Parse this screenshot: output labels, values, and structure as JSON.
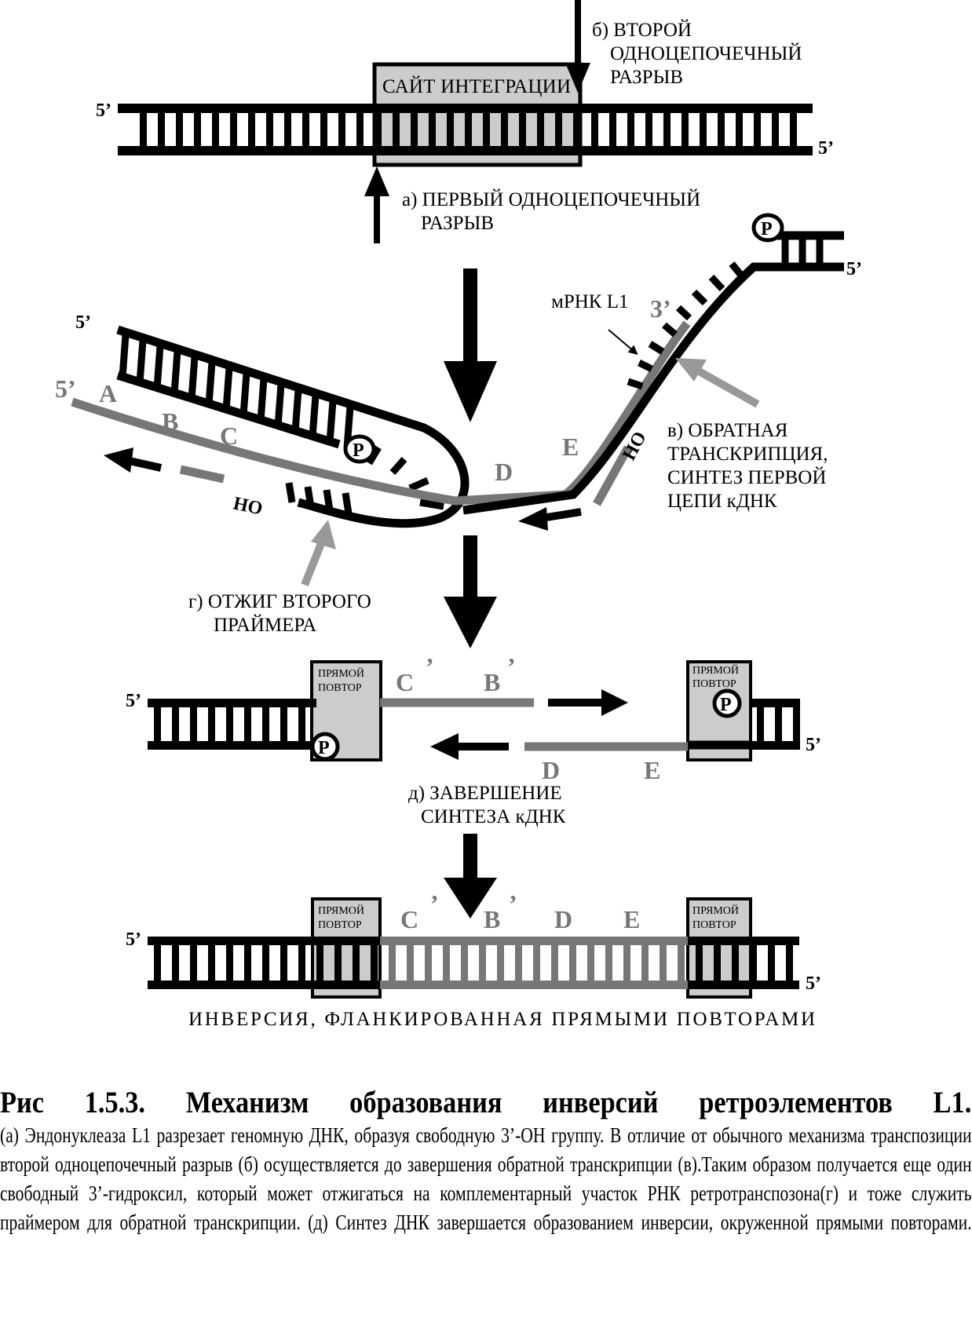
{
  "figure": {
    "label_b_line1": "б) ВТОРОЙ",
    "label_b_line2": "ОДНОЦЕПОЧЕЧНЫЙ",
    "label_b_line3": "РАЗРЫВ",
    "integration_site": "САЙТ ИНТЕГРАЦИИ",
    "label_a_line1": "а) ПЕРВЫЙ ОДНОЦЕПОЧЕЧНЫЙ",
    "label_a_line2": "РАЗРЫВ",
    "mrna": "мРНК L1",
    "label_v_line1": "в) ОБРАТНАЯ",
    "label_v_line2": "ТРАНСКРИПЦИЯ,",
    "label_v_line3": "СИНТЕЗ ПЕРВОЙ",
    "label_v_line4": "ЦЕПИ кДНК",
    "label_g_line1": "г) ОТЖИГ ВТОРОГО",
    "label_g_line2": "ПРАЙМЕРА",
    "label_d_line1": "д) ЗАВЕРШЕНИЕ",
    "label_d_line2": "СИНТЕЗА кДНК",
    "direct_repeat_line1": "ПРЯМОЙ",
    "direct_repeat_line2": "ПОВТОР",
    "bottom_label": "ИНВЕРСИЯ, ФЛАНКИРОВАННАЯ ПРЯМЫМИ ПОВТОРАМИ",
    "five_prime": "5’",
    "three_prime": "3’",
    "ho": "HO",
    "phosphate": "P",
    "seg_a": "A",
    "seg_b": "B",
    "seg_c": "C",
    "seg_d": "D",
    "seg_e": "E",
    "seg_b_prime": "B",
    "seg_c_prime": "C",
    "prime_mark": "’",
    "strand_color": "#000000",
    "rna_color": "#777777",
    "box_color": "#cccccc"
  },
  "caption": {
    "title": "Рис 1.5.3. Механизм образования инверсий ретроэлементов L1.",
    "body": "(а) Эндонуклеаза L1 разрезает геномную ДНК, образуя свободную 3’-OH группу. В отличие от обычного механизма транспозиции второй одноцепочечный разрыв (б) осуществляется до завершения обратной транскрипции (в).Таким образом получается еще один свободный 3’-гидроксил, который может отжигаться на комплементарный участок РНК ретротранспозона(г) и тоже служить праймером для обратной транскрипции. (д) Синтез ДНК завершается образованием инверсии, окруженной прямыми повторами."
  }
}
